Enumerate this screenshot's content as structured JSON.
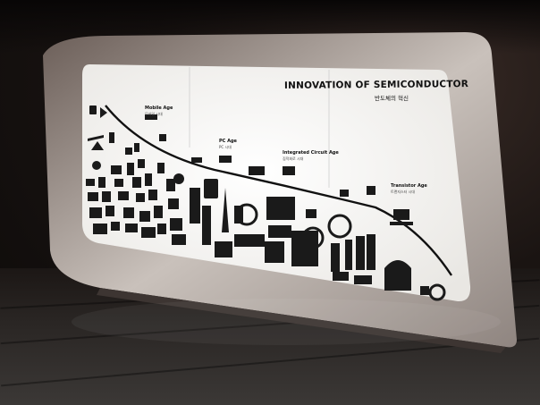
{
  "exhibit": {
    "title": "INNOVATION OF SEMICONDUCTOR",
    "subtitle": "반도체의 혁신",
    "eras": [
      {
        "label": "Mobile Age",
        "sub": "모바일 시대"
      },
      {
        "label": "PC Age",
        "sub": "PC 시대"
      },
      {
        "label": "Integrated Circuit Age",
        "sub": "집적회로 시대"
      },
      {
        "label": "Transistor Age",
        "sub": "트랜지스터 시대"
      }
    ]
  },
  "colors": {
    "panel_light": "#f4f4f2",
    "icon_dark": "#1a1a1a",
    "frame": "#d9d4cf",
    "floor": "#2a2624"
  }
}
